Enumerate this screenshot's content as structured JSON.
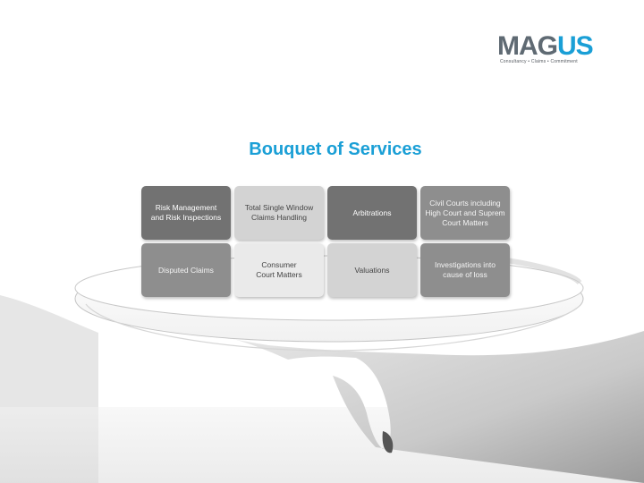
{
  "logo": {
    "wordmark_a": "MAG",
    "wordmark_b": "US",
    "tagline": "Consultancy • Claims • Commitment",
    "colors": {
      "gray": "#5f6a73",
      "blue": "#1a9fd6"
    }
  },
  "title": "Bouquet of Services",
  "title_color": "#1a9fd6",
  "services": [
    {
      "label": "Risk Management\nand Risk Inspections",
      "shade": "dark"
    },
    {
      "label": "Total Single Window\nClaims Handling",
      "shade": "light"
    },
    {
      "label": "Arbitrations",
      "shade": "dark"
    },
    {
      "label": "Civil Courts including\nHigh Court and Suprem\nCourt Matters",
      "shade": "mid"
    },
    {
      "label": "Disputed Claims",
      "shade": "mid"
    },
    {
      "label": "Consumer\nCourt Matters",
      "shade": "lighter"
    },
    {
      "label": "Valuations",
      "shade": "light"
    },
    {
      "label": "Investigations into\ncause of loss",
      "shade": "mid"
    }
  ]
}
